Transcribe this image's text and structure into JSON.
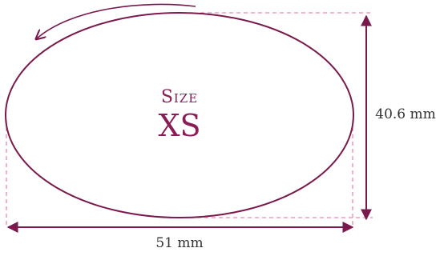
{
  "size_label": {
    "prefix": "Size",
    "value": "XS"
  },
  "dimensions": {
    "width_text": "51 mm",
    "height_text": "40.6 mm",
    "width_mm": 51,
    "height_mm": 40.6
  },
  "colors": {
    "outline": "#7a1a4c",
    "text": "#8a1d55",
    "guide": "#ee86b4",
    "dimension_text": "#333333",
    "background": "#ffffff"
  },
  "icons": {
    "rotation": "rotation-arrow-icon"
  }
}
